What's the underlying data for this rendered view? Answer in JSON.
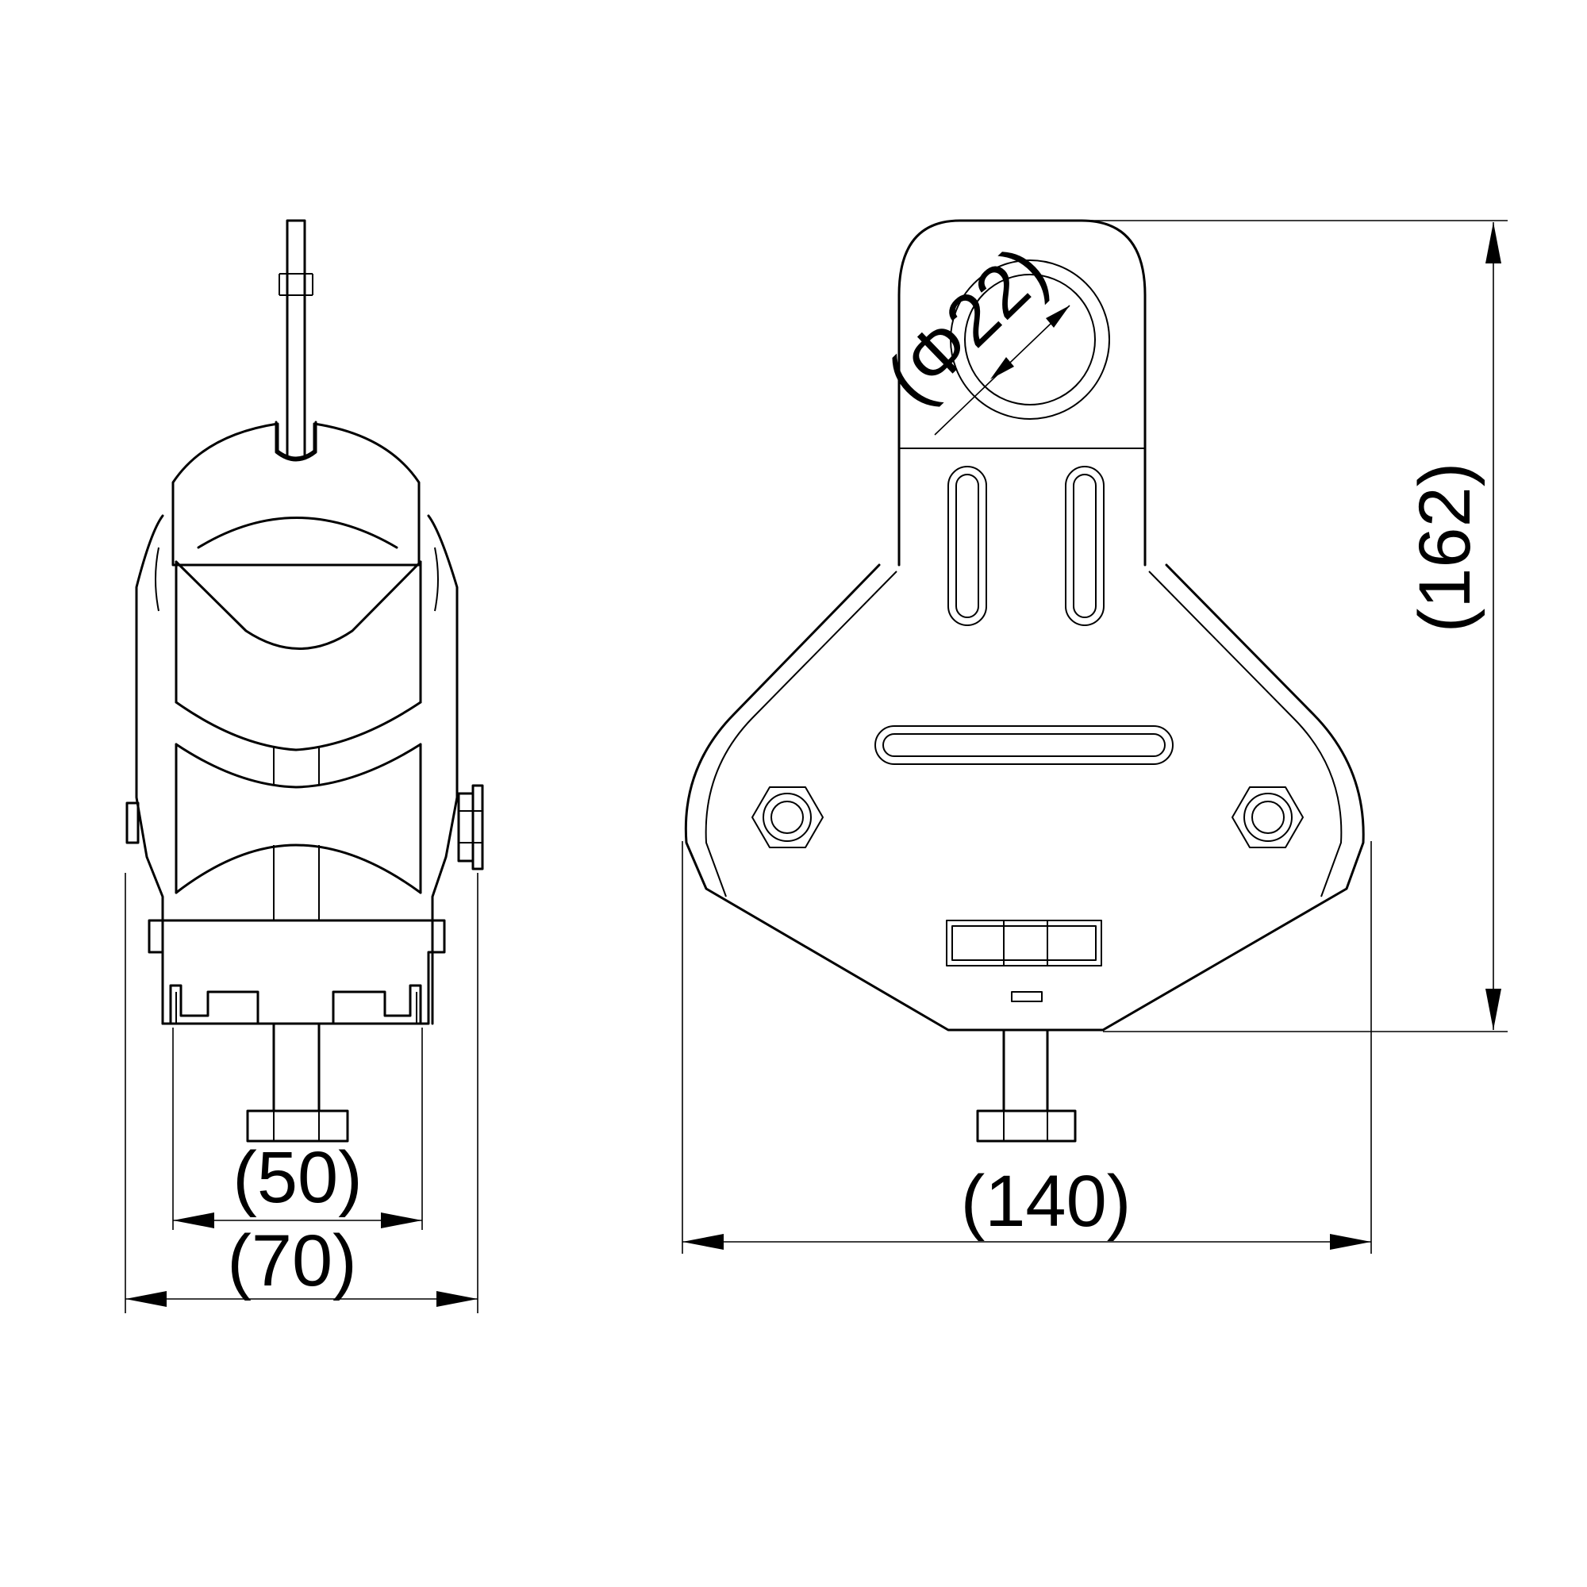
{
  "dimensions": {
    "inner_width": "(50)",
    "outer_width": "(70)",
    "total_width": "(140)",
    "height": "(162)",
    "hole_diameter": "(Φ22)"
  },
  "colors": {
    "line": "#000000",
    "background": "#ffffff"
  }
}
